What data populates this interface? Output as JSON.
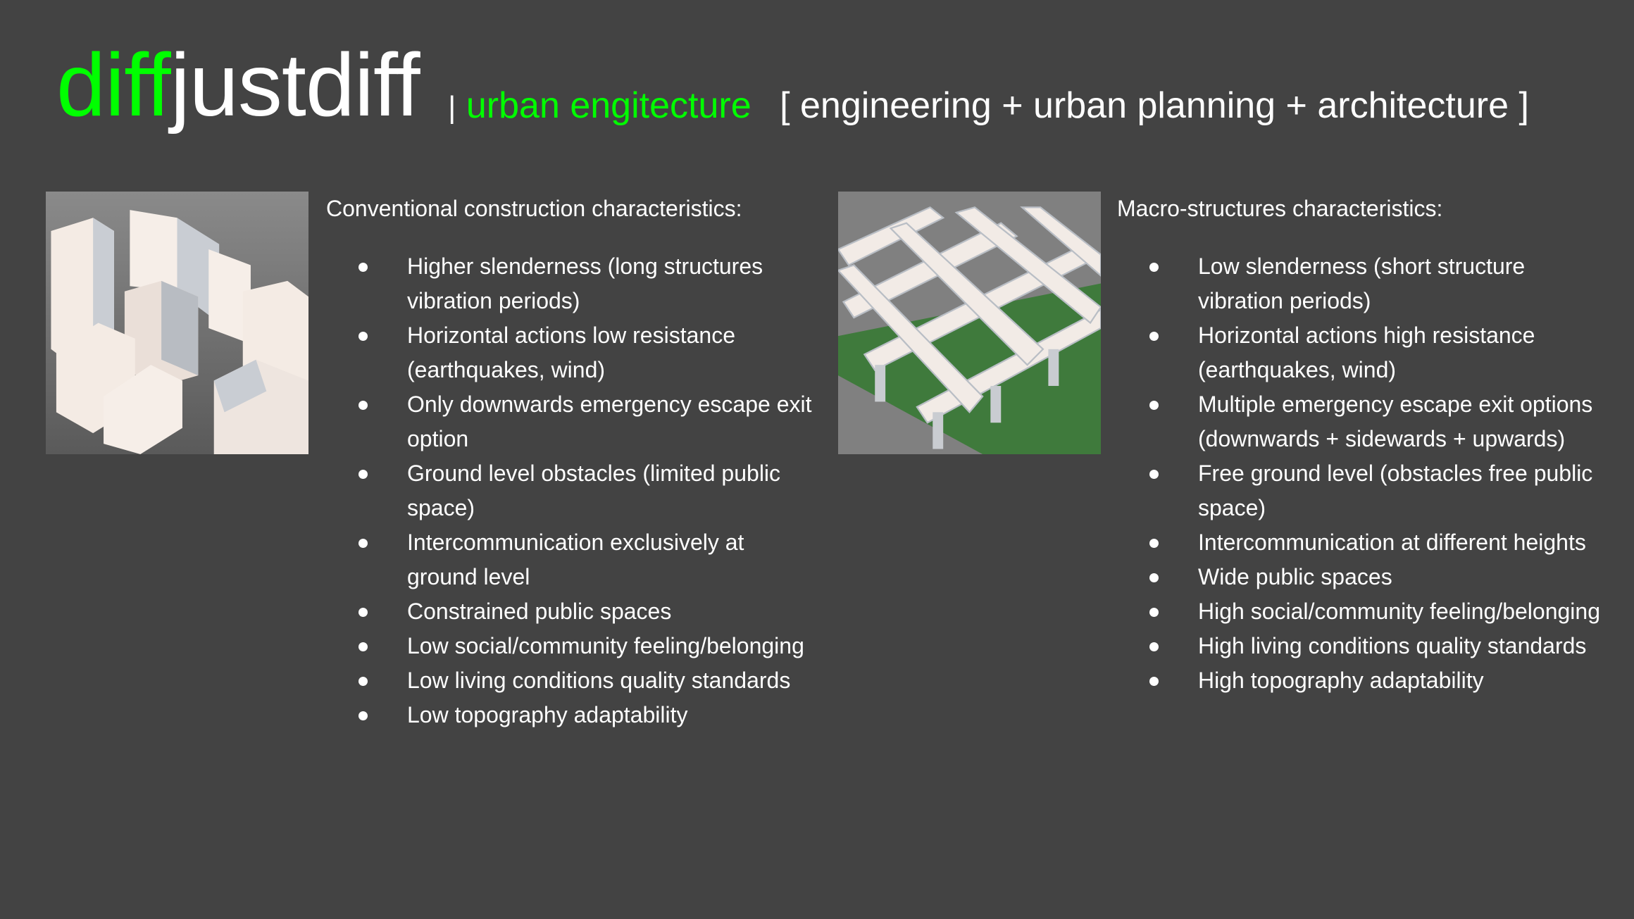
{
  "header": {
    "brand_green": "diff",
    "brand_white": "justdiff",
    "separator": "|",
    "tagline": "urban engitecture",
    "disciplines": "[ engineering + urban planning + architecture ]"
  },
  "colors": {
    "background": "#434343",
    "accent": "#00ff00",
    "text": "#ffffff"
  },
  "left": {
    "heading": "Conventional construction characteristics:",
    "items": [
      "Higher slenderness (long structures vibration periods)",
      "Horizontal actions low resistance (earthquakes, wind)",
      "Only downwards emergency escape exit option",
      "Ground level obstacles (limited public space)",
      "Intercommunication exclusively at ground level",
      "Constrained public spaces",
      "Low social/community feeling/belonging",
      "Low living conditions quality standards",
      "Low topography adaptability"
    ]
  },
  "right": {
    "heading": "Macro-structures characteristics:",
    "items": [
      "Low  slenderness (short structure vibration periods)",
      "Horizontal actions high resistance (earthquakes, wind)",
      "Multiple emergency escape exit options (downwards + sidewards + upwards)",
      "Free ground level (obstacles free public space)",
      "Intercommunication at different heights",
      "Wide public spaces",
      "High social/community feeling/belonging",
      "High living conditions quality standards",
      "High topography adaptability"
    ]
  }
}
